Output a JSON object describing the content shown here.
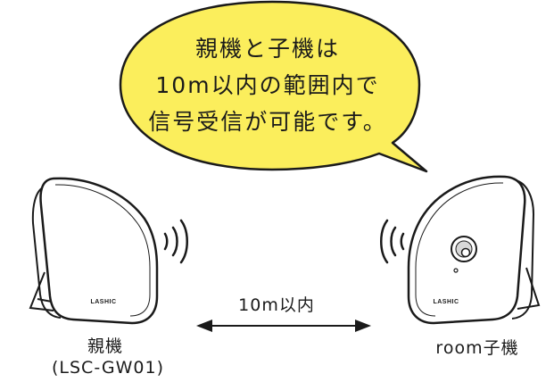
{
  "bubble": {
    "line1": "親機と子機は",
    "line2": "10m以内の範囲内で",
    "line3": "信号受信が可能です。",
    "fill_color": "#fbee5c"
  },
  "distance": {
    "label": "10m以内"
  },
  "parent_device": {
    "name": "親機",
    "model": "(LSC-GW01)",
    "brand": "LASHIC"
  },
  "child_device": {
    "name": "room子機",
    "brand": "LASHIC"
  },
  "icons": {
    "left_signal": "signal-waves-right-icon",
    "right_signal": "signal-waves-left-icon",
    "arrow": "double-arrow-icon"
  }
}
